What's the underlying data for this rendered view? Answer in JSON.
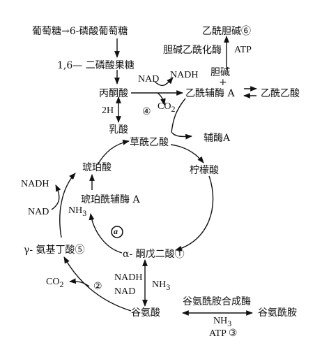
{
  "nodes": {
    "glucose": "葡萄糖→6-磷酸葡萄糖",
    "fructose_bp": "1,6— 二磷酸果糖",
    "choline_ach": "乙酰胆碱⑥",
    "choline_acetylase": "胆碱乙酰化酶",
    "atp_top": "ATP",
    "choline": "胆碱",
    "plus": "+",
    "nad_top": "NAD",
    "nadh_top": "NADH",
    "pyruvate": "丙酮酸",
    "co2_top": "CO",
    "co2_top_sub": "2",
    "acetyl_coa": "乙酰辅酶 A",
    "acetoacetate": "乙酰乙酸",
    "step4": "④",
    "two_h": "2H",
    "lactate": "乳酸",
    "oxaloacetate": "草酰乙酸",
    "coa": "辅酶A",
    "succinate": "琥珀酸",
    "citrate": "柠檬酸",
    "nadh_left": "NADH",
    "succinyl_coa": "琥珀酰辅酶 A",
    "nad_left": "NAD",
    "nh3_left": "NH",
    "nh3_left_sub": "3",
    "circled_a": "a",
    "gaba": "γ- 氨基丁酸⑤",
    "akg": "α- 酮戊二酸①",
    "co2_bottom": "CO",
    "co2_bottom_sub": "2",
    "step2": "②",
    "nadh_bottom": "NADH",
    "nad_bottom": "NAD",
    "nh3_mid": "NH",
    "nh3_mid_sub": "3",
    "glutamate": "谷氨酸",
    "glutamine_synthetase": "谷氨酰胺合成酶",
    "nh3_right": "NH",
    "nh3_right_sub": "3",
    "atp_right": "ATP ③",
    "glutamine": "谷氨酰胺"
  },
  "colors": {
    "ink": "#111111",
    "background": "#ffffff"
  }
}
